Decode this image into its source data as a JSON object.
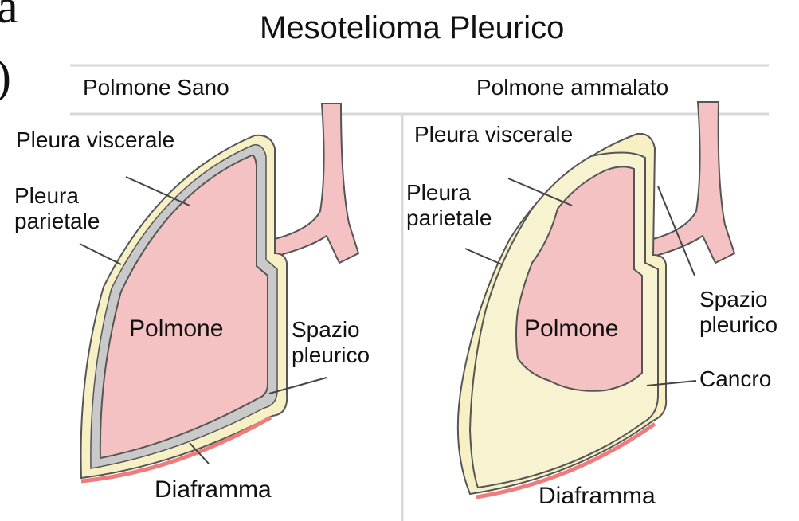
{
  "corner_fragment": {
    "top": "a",
    "bottom": ")"
  },
  "title": "Mesotelioma Pleurico",
  "left_panel": {
    "header": "Polmone Sano",
    "labels": {
      "visceral": "Pleura viscerale",
      "parietal": "Pleura\nparietale",
      "lung": "Polmone",
      "space": "Spazio\npleurico",
      "diaphragm": "Diaframma"
    }
  },
  "right_panel": {
    "header": "Polmone ammalato",
    "labels": {
      "visceral": "Pleura viscerale",
      "parietal": "Pleura\nparietale",
      "lung": "Polmone",
      "space": "Spazio\npleurico",
      "cancer": "Cancro",
      "diaphragm": "Diaframma"
    }
  },
  "colors": {
    "lung_fill": "#f4c2c2",
    "pleura_fill": "#f6f0c4",
    "pleura_gray": "#c9c9c9",
    "tumor_fill": "#f7f2d0",
    "diaphragm": "#f07b7b",
    "outline": "#555555",
    "divider": "#d8d8d8"
  }
}
